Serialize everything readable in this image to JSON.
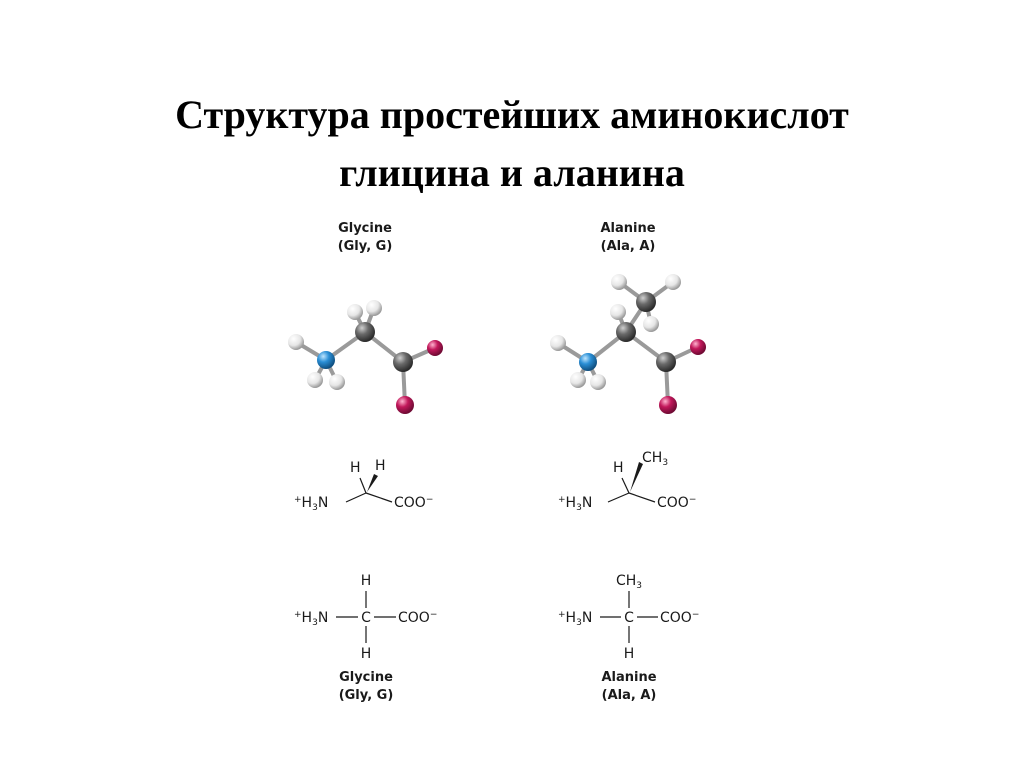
{
  "title": {
    "line1": "Структура простейших аминокислот",
    "line2": "глицина и аланина"
  },
  "glycine": {
    "name": "Glycine",
    "abbr": "(Gly, G)",
    "stereo": {
      "h_left": "H",
      "h_right": "H",
      "amine_plus": "+",
      "amine_h": "H",
      "amine_sub": "3",
      "amine_n": "N",
      "carboxyl": "COO",
      "carboxyl_charge": "−"
    },
    "fischer": {
      "top": "H",
      "center": "C",
      "bottom": "H",
      "amine_plus": "+",
      "amine_h": "H",
      "amine_sub": "3",
      "amine_n": "N",
      "carboxyl": "COO",
      "carboxyl_charge": "−"
    },
    "caption_name": "Glycine",
    "caption_abbr": "(Gly, G)"
  },
  "alanine": {
    "name": "Alanine",
    "abbr": "(Ala, A)",
    "stereo": {
      "h_left": "H",
      "methyl_c": "CH",
      "methyl_sub": "3",
      "amine_plus": "+",
      "amine_h": "H",
      "amine_sub": "3",
      "amine_n": "N",
      "carboxyl": "COO",
      "carboxyl_charge": "−"
    },
    "fischer": {
      "top": "CH",
      "top_sub": "3",
      "center": "C",
      "bottom": "H",
      "amine_plus": "+",
      "amine_h": "H",
      "amine_sub": "3",
      "amine_n": "N",
      "carboxyl": "COO",
      "carboxyl_charge": "−"
    },
    "caption_name": "Alanine",
    "caption_abbr": "(Ala, A)"
  },
  "colors": {
    "carbon": "#4a4a4a",
    "nitrogen": "#2a8fd6",
    "oxygen": "#c2185b",
    "hydrogen": "#ececec",
    "bond": "#9a9a9a"
  }
}
